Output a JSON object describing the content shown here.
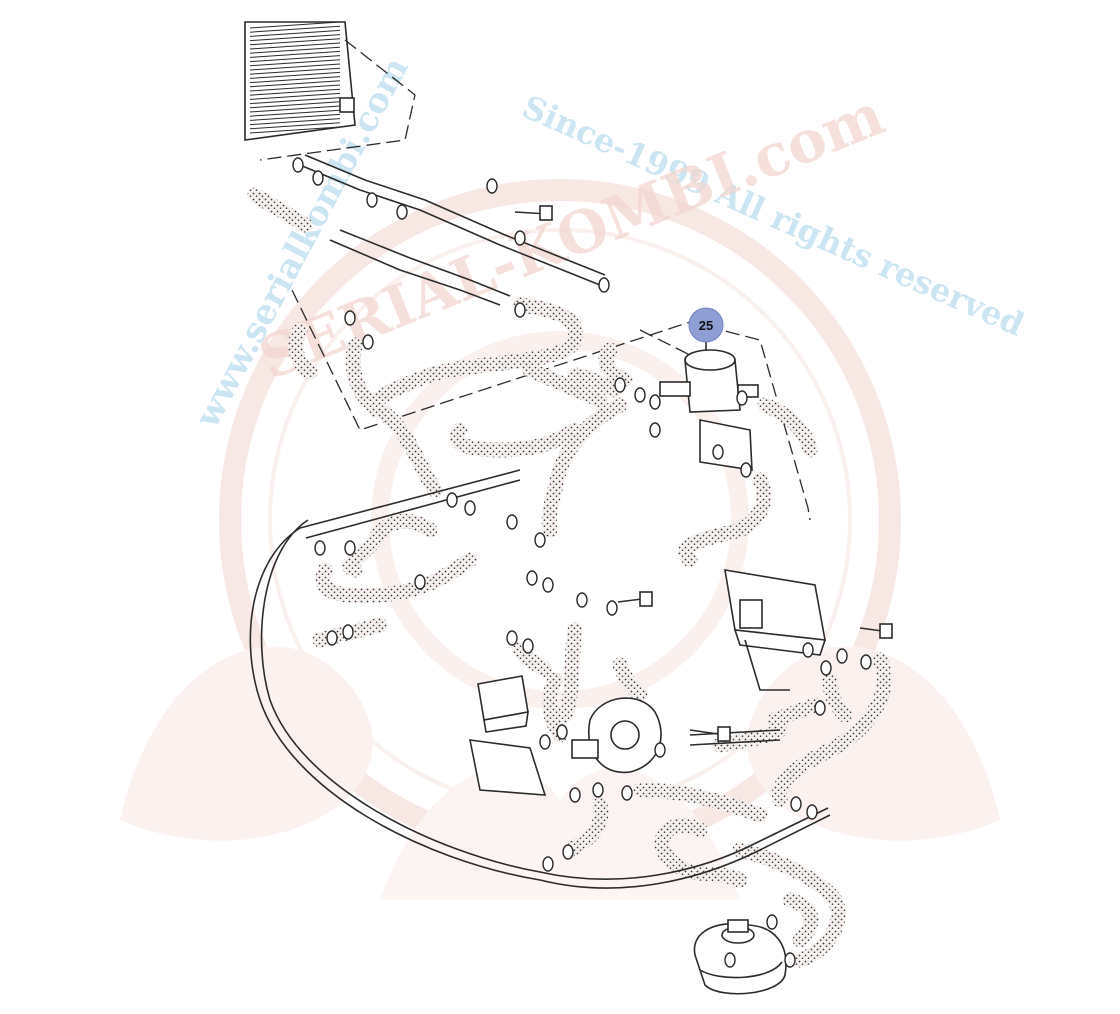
{
  "watermark": {
    "domain_text": "www.serialkombi.com",
    "since_text": "Since-1999 All rights reserved",
    "brand_text": "SERIAL-KOMBI.com",
    "colors": {
      "domain": "#bfe0f0",
      "brand": "#f2d6cf",
      "emblem": "#f7e4df"
    }
  },
  "callouts": [
    {
      "label": "25",
      "color": "#8f9fd6"
    }
  ],
  "colors": {
    "line": "#2b2b2b",
    "hose_dots": "#3a3a3a",
    "background": "#ffffff"
  }
}
